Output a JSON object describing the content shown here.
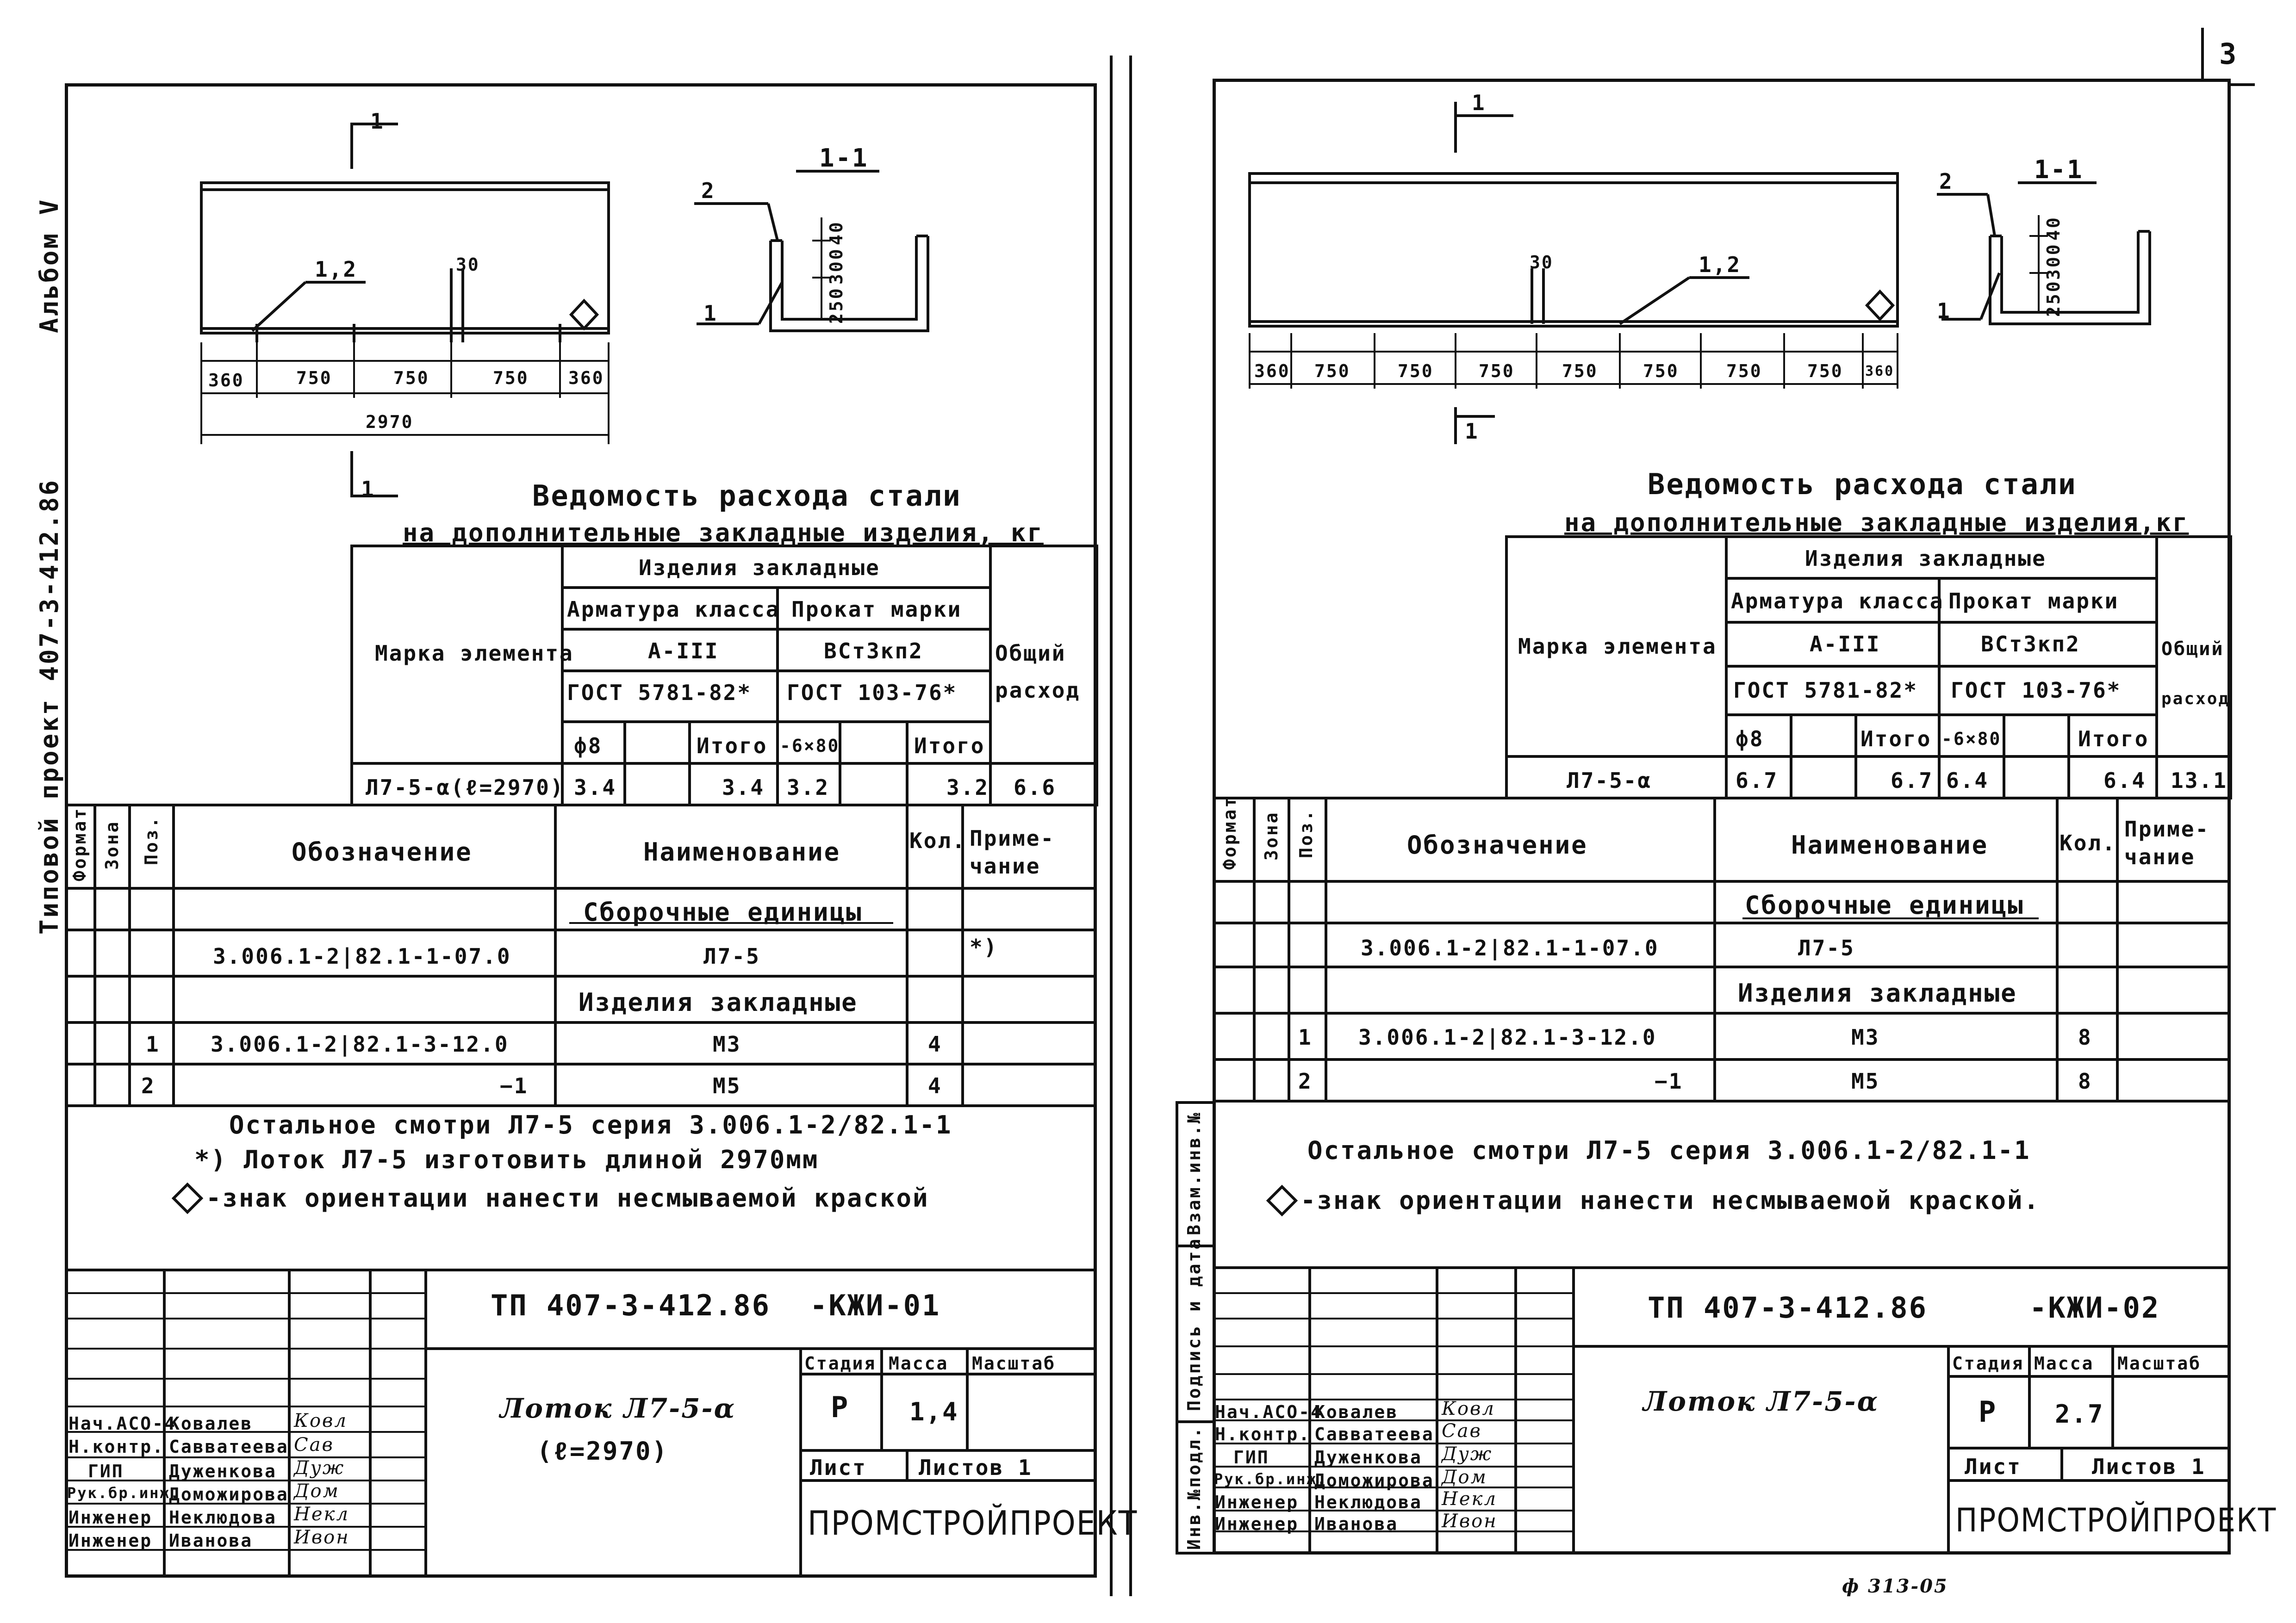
{
  "page_number": "3",
  "side_labels": {
    "album": "Альбом V",
    "project": "Типовой проект 407-3-412.86",
    "inv_podl": "Инв.№подл.",
    "sign_date": "Подпись и дата",
    "vzam": "Взам.инв.№"
  },
  "footer_code": "ф 313-05",
  "sheets": [
    {
      "drawing": {
        "section_mark": "1",
        "section_label": "1-1",
        "leader_main": "1,2",
        "dim_30": "30",
        "dims": [
          "360",
          "750",
          "750",
          "750",
          "360"
        ],
        "total": "2970",
        "sec_callouts": [
          "2",
          "1"
        ],
        "sec_dims": [
          "40",
          "300",
          "250"
        ]
      },
      "steel_title_1": "Ведомость расхода стали",
      "steel_title_2": "на дополнительные закладные изделия, кг",
      "steel": {
        "h_element": "Марка элемента",
        "h_embedded": "Изделия закладные",
        "h_armatura": "Арматура класса",
        "h_prokat": "Прокат марки",
        "h_total": "Общий",
        "h_total2": "расход",
        "a_class": "А-III",
        "steel_grade": "ВСт3кп2",
        "gost1": "ГОСТ 5781-82*",
        "gost2": "ГОСТ 103-76*",
        "c_phi": "ф8",
        "c_itogo": "Итого",
        "c_band": "-6×80",
        "c_itogo2": "Итого",
        "row": {
          "mark": "Л7-5-α(ℓ=2970)",
          "phi": "3.4",
          "itogo": "3.4",
          "band": "3.2",
          "itogo2": "3.2",
          "total": "6.6"
        }
      },
      "spec": {
        "h_format": "Формат",
        "h_zone": "Зона",
        "h_pos": "Поз.",
        "h_designation": "Обозначение",
        "h_name": "Наименование",
        "h_qty": "Кол.",
        "h_note": "Приме-",
        "h_note2": "чание",
        "sec_assembly": "Сборочные единицы",
        "assembly_code": "3.006.1-2|82.1-1-07.0",
        "assembly_name": "Л7-5",
        "assembly_note": "*)",
        "sec_embedded": "Изделия закладные",
        "rows": [
          {
            "pos": "1",
            "code": "3.006.1-2|82.1-3-12.0",
            "name": "М3",
            "qty": "4"
          },
          {
            "pos": "2",
            "code": "−1",
            "name": "М5",
            "qty": "4"
          }
        ]
      },
      "notes": [
        "Остальное смотри Л7-5 серия 3.006.1-2/82.1-1",
        "*) Лоток Л7-5 изготовить длиной 2970мм",
        "-знак ориентации нанести несмываемой краской"
      ],
      "stamp": {
        "doc_code": "ТП 407-3-412.86",
        "doc_suffix": "-КЖИ-01",
        "title_1": "Лоток Л7-5-α",
        "title_2": "(ℓ=2970)",
        "h_stage": "Стадия",
        "h_mass": "Масса",
        "h_scale": "Масштаб",
        "stage": "Р",
        "mass": "1,4",
        "sheet": "Лист",
        "sheets": "Листов 1",
        "org": "ПРОМСТРОЙПРОЕКТ",
        "people": [
          {
            "role": "Нач.АСО-4",
            "name": "Ковалев",
            "sig": "Ковл"
          },
          {
            "role": "Н.контр.",
            "name": "Савватеева",
            "sig": "Сав"
          },
          {
            "role": "ГИП",
            "name": "Дуженкова",
            "sig": "Дуж"
          },
          {
            "role": "Рук.бр.инж.",
            "name": "Доможирова",
            "sig": "Дом"
          },
          {
            "role": "Инженер",
            "name": "Неклюдова",
            "sig": "Некл"
          },
          {
            "role": "Инженер",
            "name": "Иванова",
            "sig": "Ивон"
          }
        ]
      }
    },
    {
      "drawing": {
        "section_mark": "1",
        "section_label": "1-1",
        "leader_main": "1,2",
        "dim_30": "30",
        "dims": [
          "360",
          "750",
          "750",
          "750",
          "750",
          "750",
          "750",
          "750",
          "360"
        ],
        "total": "",
        "sec_callouts": [
          "2",
          "1"
        ],
        "sec_dims": [
          "40",
          "300",
          "250"
        ]
      },
      "steel_title_1": "Ведомость расхода стали",
      "steel_title_2": "на дополнительные закладные изделия,кг",
      "steel": {
        "h_element": "Марка элемента",
        "h_embedded": "Изделия закладные",
        "h_armatura": "Арматура класса",
        "h_prokat": "Прокат марки",
        "h_total": "Общий",
        "h_total2": "расход",
        "a_class": "А-III",
        "steel_grade": "ВСт3кп2",
        "gost1": "ГОСТ 5781-82*",
        "gost2": "ГОСТ 103-76*",
        "c_phi": "ф8",
        "c_itogo": "Итого",
        "c_band": "-6×80",
        "c_itogo2": "Итого",
        "row": {
          "mark": "Л7-5-α",
          "phi": "6.7",
          "itogo": "6.7",
          "band": "6.4",
          "itogo2": "6.4",
          "total": "13.1"
        }
      },
      "spec": {
        "h_format": "Формат",
        "h_zone": "Зона",
        "h_pos": "Поз.",
        "h_designation": "Обозначение",
        "h_name": "Наименование",
        "h_qty": "Кол.",
        "h_note": "Приме-",
        "h_note2": "чание",
        "sec_assembly": "Сборочные единицы",
        "assembly_code": "3.006.1-2|82.1-1-07.0",
        "assembly_name": "Л7-5",
        "assembly_note": "",
        "sec_embedded": "Изделия закладные",
        "rows": [
          {
            "pos": "1",
            "code": "3.006.1-2|82.1-3-12.0",
            "name": "М3",
            "qty": "8"
          },
          {
            "pos": "2",
            "code": "−1",
            "name": "М5",
            "qty": "8"
          }
        ]
      },
      "notes": [
        "Остальное смотри Л7-5 серия 3.006.1-2/82.1-1",
        "",
        "-знак ориентации нанести несмываемой краской."
      ],
      "stamp": {
        "doc_code": "ТП 407-3-412.86",
        "doc_suffix": "-КЖИ-02",
        "title_1": "Лоток Л7-5-α",
        "title_2": "",
        "h_stage": "Стадия",
        "h_mass": "Масса",
        "h_scale": "Масштаб",
        "stage": "Р",
        "mass": "2.7",
        "sheet": "Лист",
        "sheets": "Листов 1",
        "org": "ПРОМСТРОЙПРОЕКТ",
        "people": [
          {
            "role": "Нач.АСО-4",
            "name": "Ковалев",
            "sig": "Ковл"
          },
          {
            "role": "Н.контр.",
            "name": "Савватеева",
            "sig": "Сав"
          },
          {
            "role": "ГИП",
            "name": "Дуженкова",
            "sig": "Дуж"
          },
          {
            "role": "Рук.бр.инж.",
            "name": "Доможирова",
            "sig": "Дом"
          },
          {
            "role": "Инженер",
            "name": "Неклюдова",
            "sig": "Некл"
          },
          {
            "role": "Инженер",
            "name": "Иванова",
            "sig": "Ивон"
          }
        ]
      }
    }
  ]
}
